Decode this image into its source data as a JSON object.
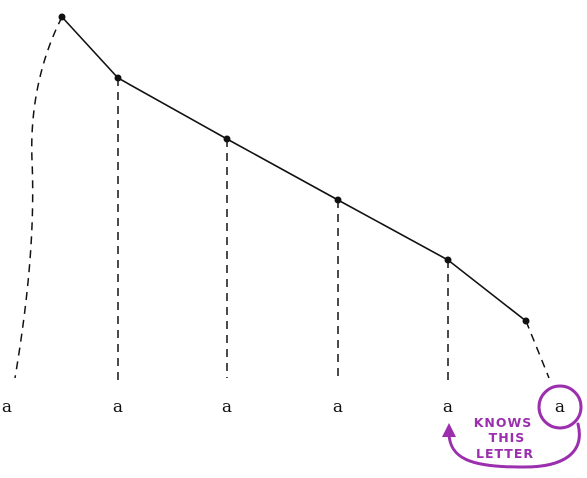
{
  "diagram": {
    "leaves": [
      "a",
      "a",
      "a",
      "a",
      "a",
      "a"
    ],
    "highlighted_leaf_index": 5,
    "annotation": {
      "lines": [
        "KNOWS",
        "THIS",
        "LETTER"
      ],
      "color": "#9b2fae"
    },
    "line_color": "#111111"
  }
}
